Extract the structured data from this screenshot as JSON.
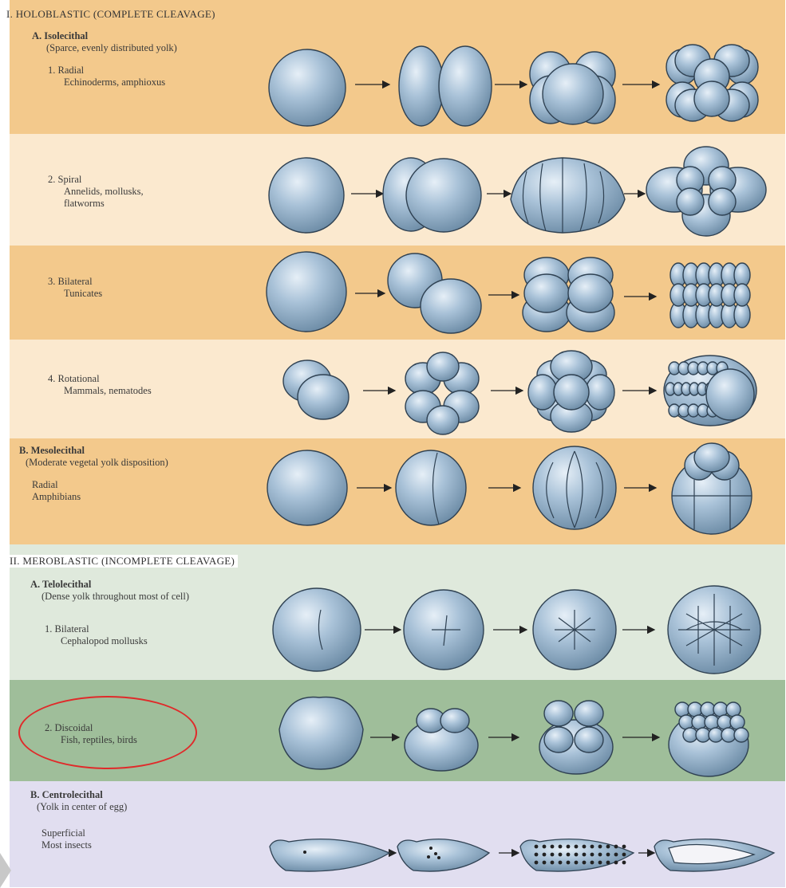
{
  "colors": {
    "orange_band": "#f3c98c",
    "light_band": "#fbe9cf",
    "light_green_band": "#dfe9dc",
    "green_band": "#9fbe9a",
    "lavender_band": "#e1def0",
    "cell_fill": "#a9c2d8",
    "cell_stroke": "#2f4152",
    "highlight_circle": "#e02a2a"
  },
  "sections": {
    "holoblastic": "I.  HOLOBLASTIC (COMPLETE CLEAVAGE)",
    "meroblastic": "II.  MEROBLASTIC (INCOMPLETE CLEAVAGE)"
  },
  "rows": {
    "radial": {
      "group_title": "A.  Isolecithal",
      "group_desc": "(Sparce, evenly distributed yolk)",
      "name": "1.  Radial",
      "examples": "Echinoderms, amphioxus"
    },
    "spiral": {
      "name": "2.  Spiral",
      "examples": "Annelids, mollusks,",
      "examples2": "flatworms"
    },
    "bilateral": {
      "name": "3.  Bilateral",
      "examples": "Tunicates"
    },
    "rotational": {
      "name": "4.  Rotational",
      "examples": "Mammals, nematodes"
    },
    "meso": {
      "group_title": "B.  Mesolecithal",
      "group_desc": "(Moderate vegetal yolk disposition)",
      "name": "Radial",
      "examples": "Amphibians"
    },
    "telo_bilateral": {
      "group_title": "A.  Telolecithal",
      "group_desc": "(Dense yolk throughout most of cell)",
      "name": "1.  Bilateral",
      "examples": "Cephalopod mollusks"
    },
    "discoidal": {
      "name": "2.  Discoidal",
      "examples": "Fish, reptiles, birds"
    },
    "centro": {
      "group_title": "B.  Centrolecithal",
      "group_desc": "(Yolk in center of egg)",
      "name": "Superficial",
      "examples": "Most insects"
    }
  },
  "icons": [
    "arrow-icon",
    "embryo-cell-icon"
  ]
}
